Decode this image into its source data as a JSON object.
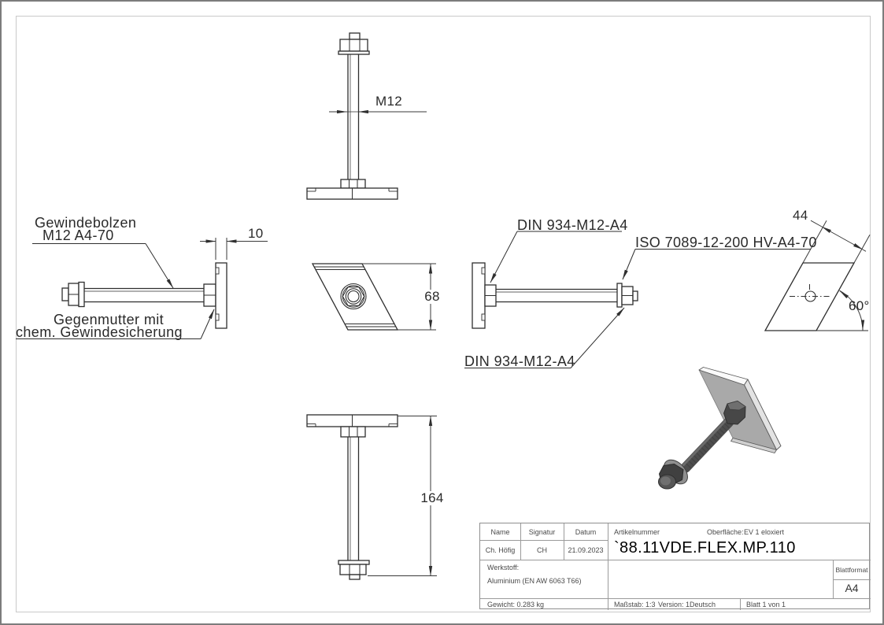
{
  "drawing": {
    "dimensions": {
      "thread": "M12",
      "plate_thickness": "10",
      "plate_height": "68",
      "bolt_length": "164",
      "plate_width": "44",
      "plate_angle": "60°"
    },
    "callouts": {
      "gewindebolzen_line1": "Gewindebolzen",
      "gewindebolzen_line2": "M12 A4-70",
      "gegenmutter_line1": "Gegenmutter mit",
      "gegenmutter_line2": "chem. Gewindesicherung",
      "din_nut_top": "DIN 934-M12-A4",
      "iso_washer": "ISO 7089-12-200 HV-A4-70",
      "din_nut_bottom": "DIN 934-M12-A4"
    },
    "title_block": {
      "col_name": "Name",
      "col_signatur": "Signatur",
      "col_datum": "Datum",
      "name": "Ch. Höfig",
      "signatur": "CH",
      "datum": "21.09.2023",
      "artikelnummer_label": "Artikelnummer",
      "oberflaeche_label": "Oberfläche:",
      "oberflaeche_value": "EV 1 eloxiert",
      "artikelnummer": "`88.11VDE.FLEX.MP.110",
      "werkstoff_label": "Werkstoff:",
      "werkstoff_value": "Aluminium (EN AW 6063 T66)",
      "gewicht": "Gewicht: 0.283 kg",
      "massstab": "Maßstab: 1:3",
      "version": "Version: 1",
      "sprache": "Deutsch",
      "blatt": "Blatt 1 von 1",
      "blattformat_label": "Blattformat",
      "blattformat_value": "A4"
    },
    "colors": {
      "part_line": "#2e2e2e",
      "dim_line": "#3a3a3a",
      "table_line": "#8f8f8f",
      "render_gray": "#a9a9a9"
    }
  }
}
